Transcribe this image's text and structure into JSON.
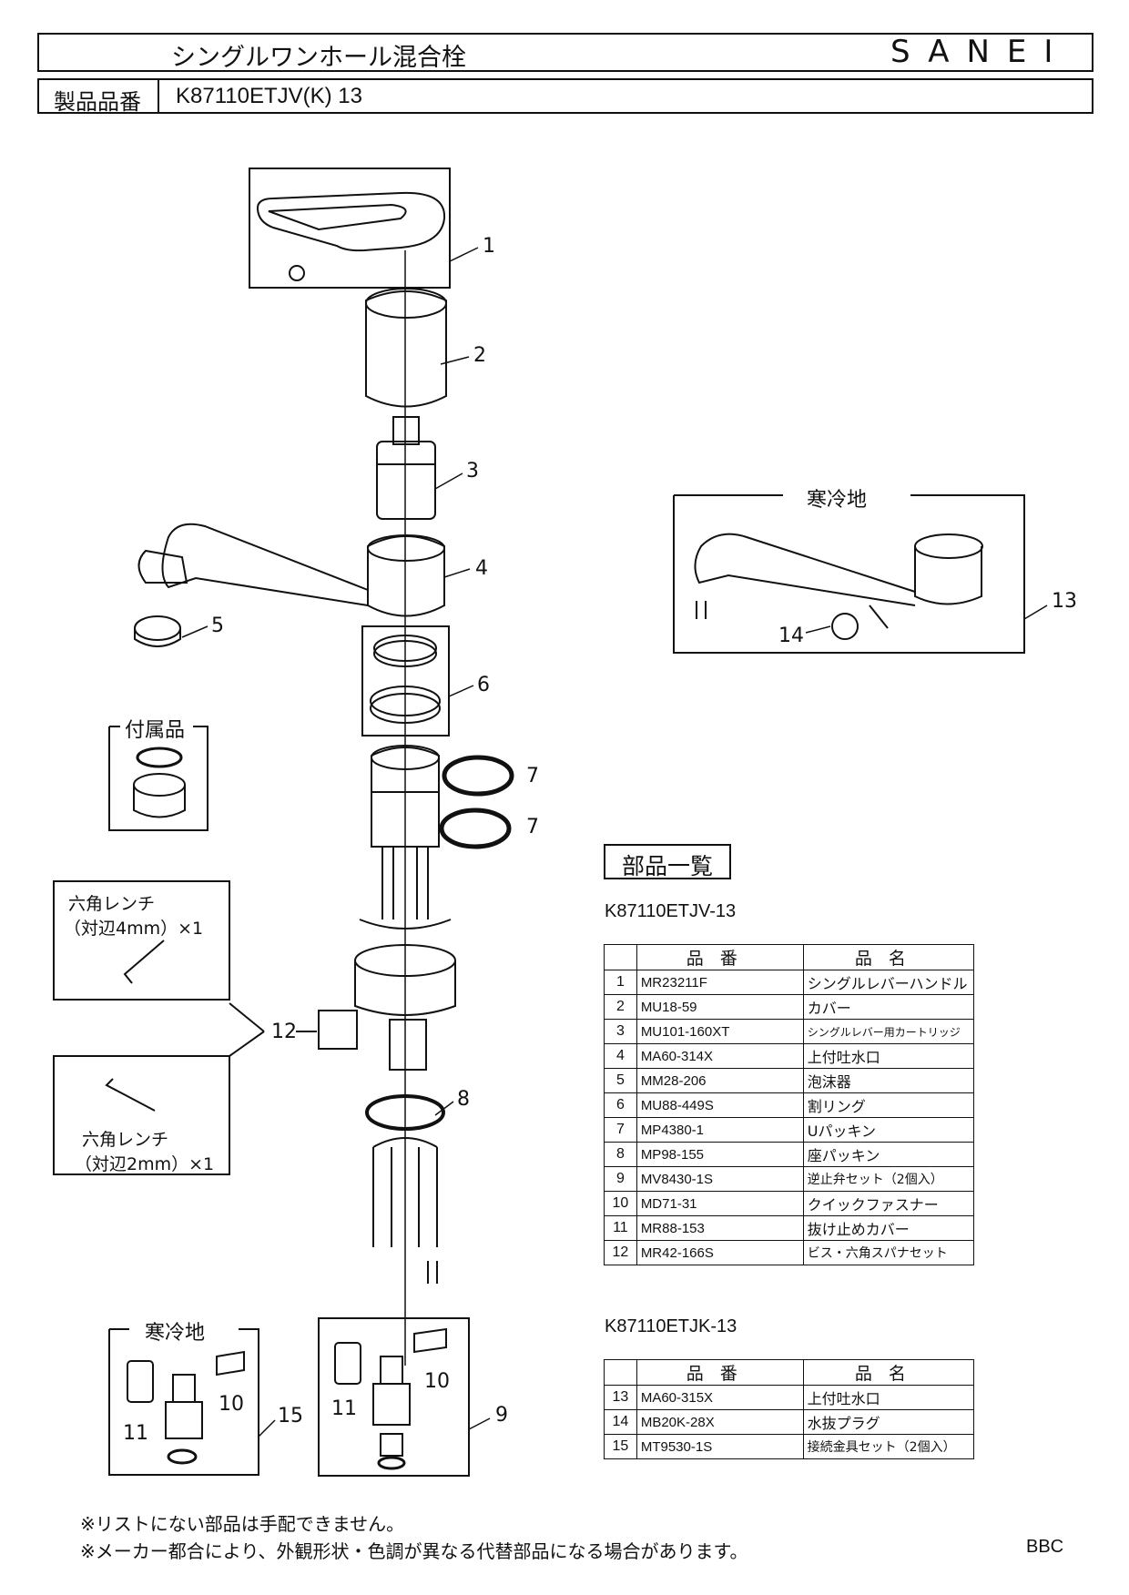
{
  "header": {
    "title": "シングルワンホール混合栓",
    "brand": "SANEI",
    "product_label": "製品品番",
    "product_code": "K87110ETJV(K) 13"
  },
  "diagram": {
    "callouts": [
      "1",
      "2",
      "3",
      "4",
      "5",
      "6",
      "7",
      "7",
      "8",
      "9",
      "10",
      "11",
      "12",
      "13",
      "14",
      "15",
      "10",
      "11"
    ],
    "cold_region_top": "寒冷地",
    "cold_region_bottom": "寒冷地",
    "accessory_label": "付属品",
    "wrench_4": {
      "line1": "六角レンチ",
      "line2": "（対辺4mm）×1"
    },
    "wrench_2": {
      "line1": "六角レンチ",
      "line2": "（対辺2mm）×1"
    }
  },
  "parts_list": {
    "heading": "部品一覧",
    "table1_title": "K87110ETJV-13",
    "table2_title": "K87110ETJK-13",
    "col_code": "品番",
    "col_name": "品名",
    "table1": [
      {
        "no": "1",
        "code": "MR23211F",
        "name": "シングルレバーハンドル"
      },
      {
        "no": "2",
        "code": "MU18-59",
        "name": "カバー"
      },
      {
        "no": "3",
        "code": "MU101-160XT",
        "name": "シングルレバー用カートリッジ"
      },
      {
        "no": "4",
        "code": "MA60-314X",
        "name": "上付吐水口"
      },
      {
        "no": "5",
        "code": "MM28-206",
        "name": "泡沫器"
      },
      {
        "no": "6",
        "code": "MU88-449S",
        "name": "割リング"
      },
      {
        "no": "7",
        "code": "MP4380-1",
        "name": "Uパッキン"
      },
      {
        "no": "8",
        "code": "MP98-155",
        "name": "座パッキン"
      },
      {
        "no": "9",
        "code": "MV8430-1S",
        "name": "逆止弁セット（2個入）"
      },
      {
        "no": "10",
        "code": "MD71-31",
        "name": "クイックファスナー"
      },
      {
        "no": "11",
        "code": "MR88-153",
        "name": "抜け止めカバー"
      },
      {
        "no": "12",
        "code": "MR42-166S",
        "name": "ビス・六角スパナセット"
      }
    ],
    "table2": [
      {
        "no": "13",
        "code": "MA60-315X",
        "name": "上付吐水口"
      },
      {
        "no": "14",
        "code": "MB20K-28X",
        "name": "水抜プラグ"
      },
      {
        "no": "15",
        "code": "MT9530-1S",
        "name": "接続金具セット（2個入）"
      }
    ]
  },
  "footer": {
    "note1": "※リストにない部品は手配できません。",
    "note2": "※メーカー都合により、外観形状・色調が異なる代替部品になる場合があります。",
    "code": "BBC"
  }
}
